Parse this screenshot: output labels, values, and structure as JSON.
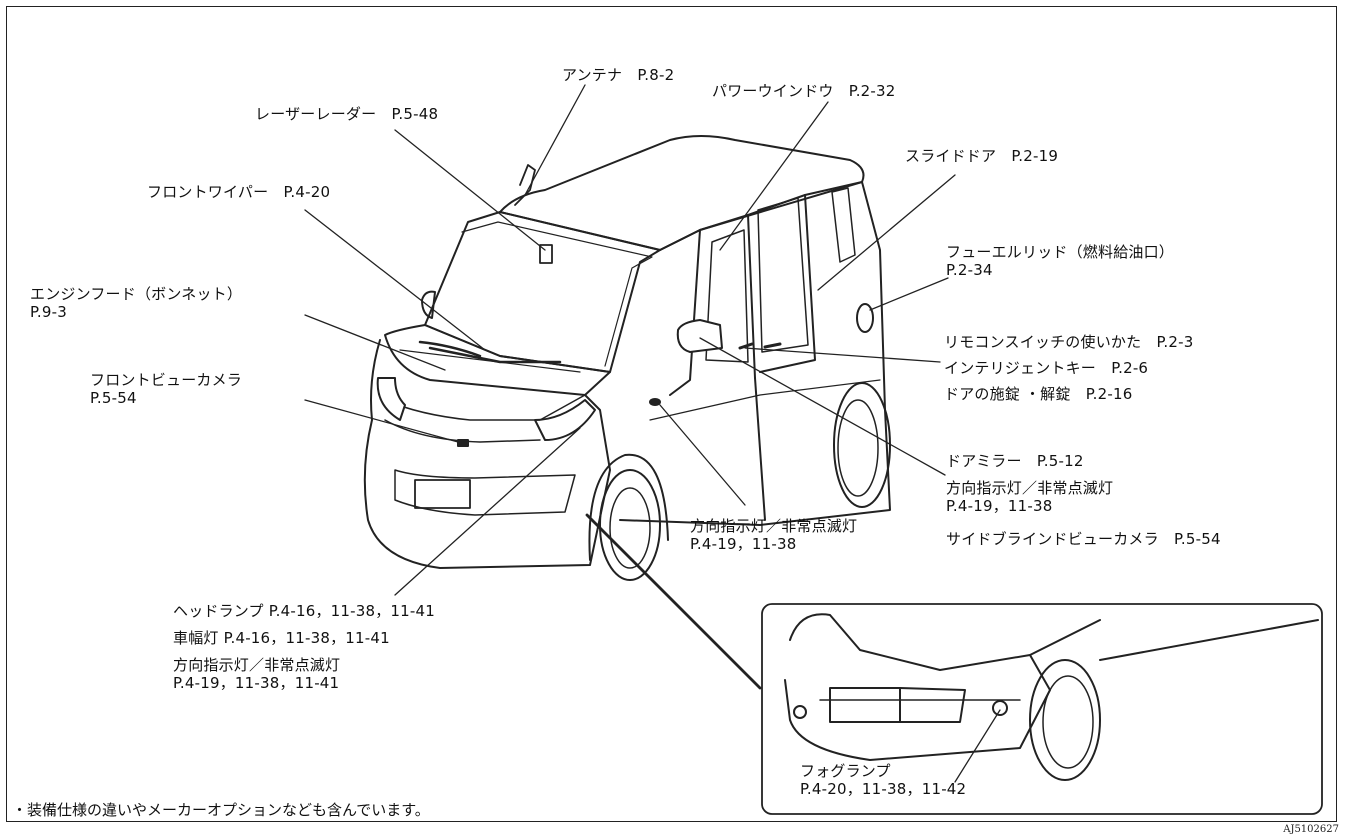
{
  "labels": {
    "antenna": "アンテナ　P.8-2",
    "laser_radar": "レーザーレーダー　P.5-48",
    "power_window": "パワーウインドウ　P.2-32",
    "slide_door": "スライドドア　P.2-19",
    "front_wiper": "フロントワイパー　P.4-20",
    "fuel_lid_1": "フューエルリッド（燃料給油口）",
    "fuel_lid_2": "P.2-34",
    "engine_hood_1": "エンジンフード（ボンネット）",
    "engine_hood_2": "P.9-3",
    "remote_switch": "リモコンスイッチの使いかた　P.2-3",
    "intelligent_key": "インテリジェントキー　P.2-6",
    "door_lock": "ドアの施錠 ・解錠　P.2-16",
    "front_camera_1": "フロントビューカメラ",
    "front_camera_2": "P.5-54",
    "door_mirror": "ドアミラー　P.5-12",
    "mirror_turn_1": "方向指示灯／非常点滅灯",
    "mirror_turn_2": "P.4-19，11-38",
    "side_blind_camera": "サイドブラインドビューカメラ　P.5-54",
    "side_turn_1": "方向指示灯／非常点滅灯",
    "side_turn_2": "P.4-19，11-38",
    "headlamp": "ヘッドランプ P.4-16，11-38，11-41",
    "width_lamp": "車幅灯 P.4-16，11-38，11-41",
    "front_turn_1": "方向指示灯／非常点滅灯",
    "front_turn_2": "P.4-19，11-38，11-41",
    "fog_lamp_1": "フォグランプ",
    "fog_lamp_2": "P.4-20，11-38，11-42"
  },
  "note": "・装備仕様の違いやメーカーオプションなども含んでいます。",
  "figure_code": "AJ5102627"
}
